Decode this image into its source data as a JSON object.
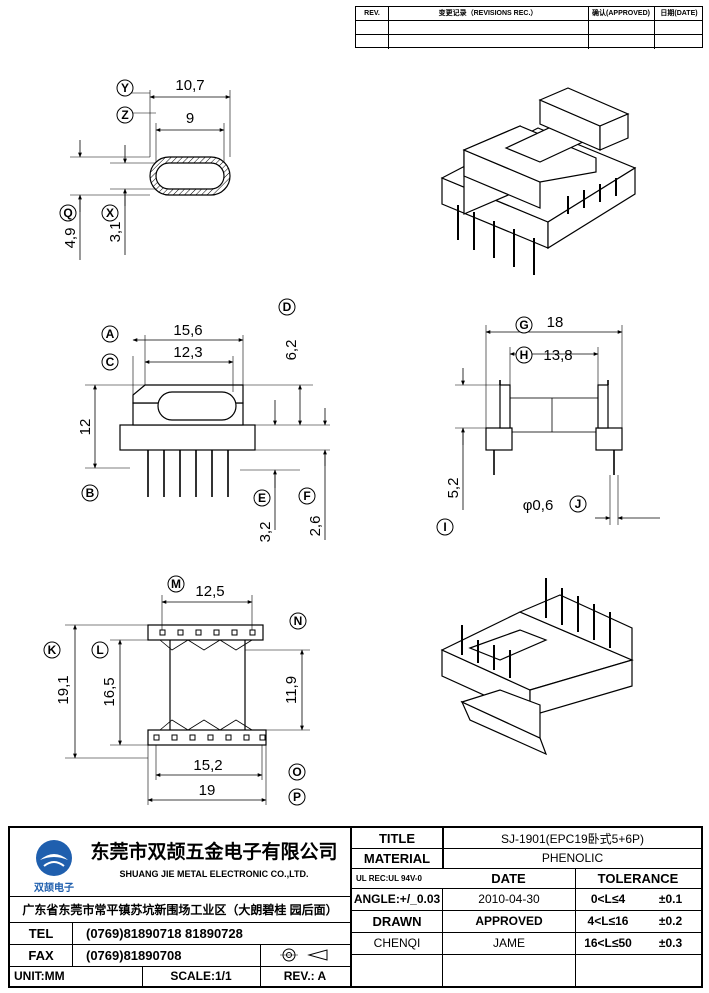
{
  "revision_table": {
    "rev_header": "REV.",
    "record_header": "变更记录（REVISIONS REC.）",
    "approved_header": "确认(APPROVED)",
    "date_header": "日期(DATE)"
  },
  "dimensions": {
    "top_view": {
      "y": "10,7",
      "z": "9",
      "q": "4,9",
      "x": "3,1"
    },
    "front_view": {
      "a": "15,6",
      "c": "12,3",
      "height": "12",
      "d": "6,2",
      "e": "3,2",
      "f": "2,6"
    },
    "side_view": {
      "g": "18",
      "h": "13,8",
      "i": "5,2",
      "j": "φ0,6"
    },
    "bottom_view": {
      "m": "12,5",
      "k": "19,1",
      "l": "16,5",
      "n": "11,9",
      "o": "15,2",
      "p": "19"
    }
  },
  "callouts": [
    "Y",
    "Z",
    "Q",
    "X",
    "A",
    "C",
    "B",
    "D",
    "E",
    "F",
    "G",
    "H",
    "I",
    "J",
    "M",
    "N",
    "K",
    "L",
    "O",
    "P"
  ],
  "company": {
    "name_cn": "东莞市双颉五金电子有限公司",
    "name_en": "SHUANG JIE METAL ELECTRONIC CO.,LTD.",
    "logo_text": "双颉电子",
    "address": "广东省东莞市常平镇苏坑新围场工业区（大朗碧桂 园后面）"
  },
  "contact": {
    "tel_label": "TEL",
    "tel_value": "(0769)81890718 81890728",
    "fax_label": "FAX",
    "fax_value": "(0769)81890708"
  },
  "footer": {
    "unit": "UNIT:MM",
    "scale": "SCALE:1/1",
    "rev": "REV.: A"
  },
  "title_block": {
    "title_label": "TITLE",
    "title_value": "SJ-1901(EPC19卧式5+6P)",
    "material_label": "MATERIAL",
    "material_value": "PHENOLIC",
    "ul_rec": "UL REC:UL 94V-0",
    "date_label": "DATE",
    "tolerance_label": "TOLERANCE",
    "angle": "ANGLE:+/_0.03",
    "date_value": "2010-04-30",
    "tol1_range": "0<L≤4",
    "tol1_value": "±0.1",
    "drawn_label": "DRAWN",
    "approved_label": "APPROVED",
    "tol2_range": "4<L≤16",
    "tol2_value": "±0.2",
    "drawn_value": "CHENQI",
    "approved_value": "JAME",
    "tol3_range": "16<L≤50",
    "tol3_value": "±0.3"
  },
  "colors": {
    "logo_blue": "#1f5fae",
    "ink": "#000000"
  }
}
